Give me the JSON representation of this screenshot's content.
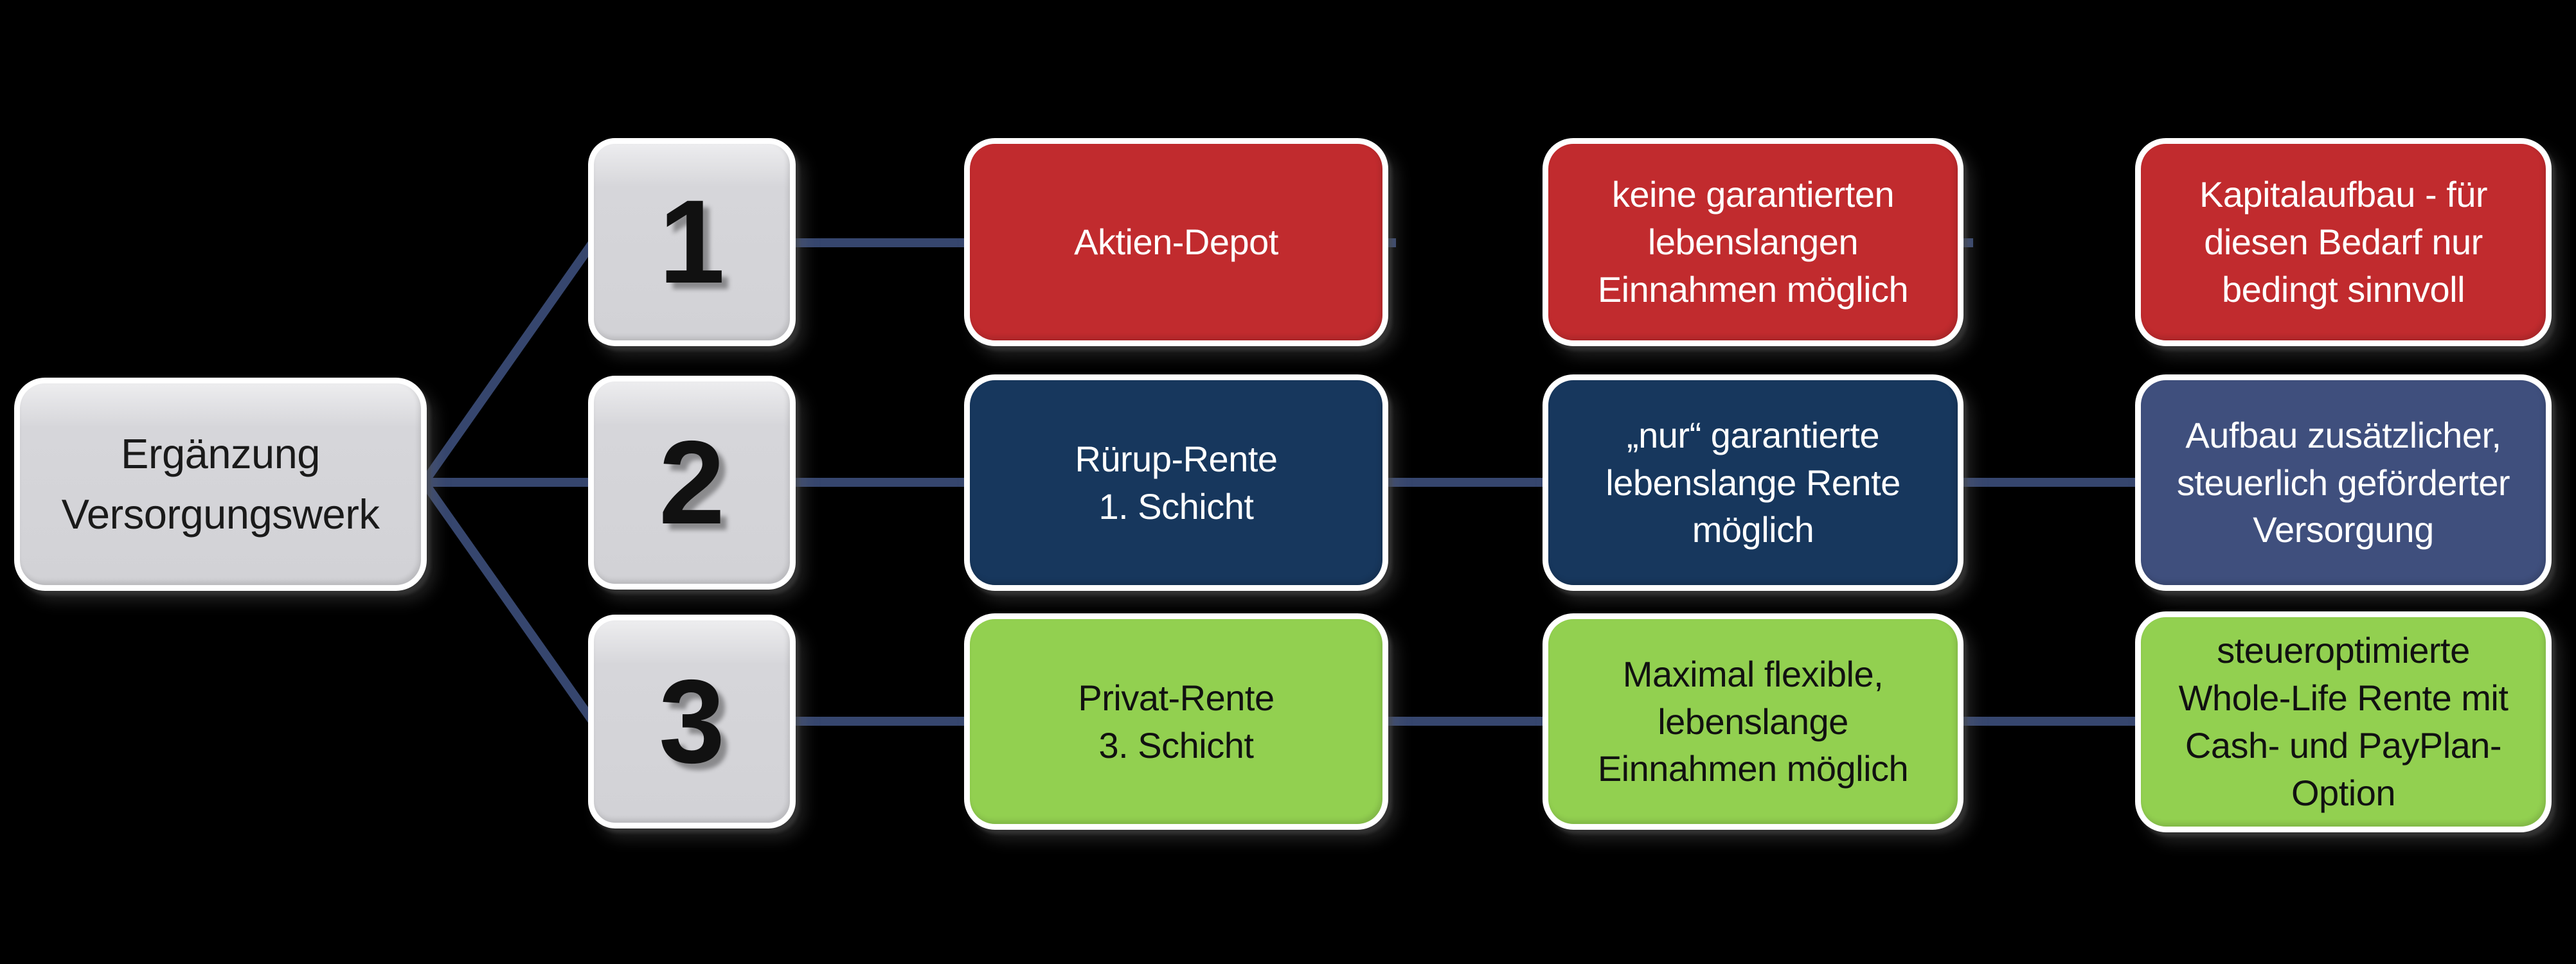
{
  "diagram": {
    "background": "#000000",
    "colors": {
      "connector": "#36466E",
      "red": "#C12B2E",
      "navy": "#17375D",
      "slate": "#3F4F7D",
      "green": "#92D050",
      "box_gray": "#D9D9DC",
      "box_border": "#FFFFFF"
    },
    "root": {
      "label": "Ergänzung\nVersorgungswerk",
      "bg": "#D9D9DC",
      "fg": "#1A1A1A"
    },
    "rows": [
      {
        "number": "1",
        "badge_bg": "#D9D9DC",
        "badge_fg": "#111111",
        "boxes": [
          {
            "label": "Aktien-Depot",
            "bg": "#C12B2E",
            "fg": "#FFFFFF"
          },
          {
            "label": "keine garantierten\nlebenslangen\nEinnahmen möglich",
            "bg": "#C12B2E",
            "fg": "#FFFFFF"
          },
          {
            "label": "Kapitalaufbau - für\ndiesen Bedarf nur\nbedingt sinnvoll",
            "bg": "#C12B2E",
            "fg": "#FFFFFF"
          }
        ]
      },
      {
        "number": "2",
        "badge_bg": "#D9D9DC",
        "badge_fg": "#111111",
        "boxes": [
          {
            "label": "Rürup-Rente\n1. Schicht",
            "bg": "#17375D",
            "fg": "#FFFFFF"
          },
          {
            "label": "„nur“ garantierte\nlebenslange Rente\nmöglich",
            "bg": "#17375D",
            "fg": "#FFFFFF"
          },
          {
            "label": "Aufbau zusätzlicher,\nsteuerlich geförderter\nVersorgung",
            "bg": "#3F4F7D",
            "fg": "#FFFFFF"
          }
        ]
      },
      {
        "number": "3",
        "badge_bg": "#D9D9DC",
        "badge_fg": "#111111",
        "boxes": [
          {
            "label": "Privat-Rente\n3. Schicht",
            "bg": "#92D050",
            "fg": "#111111"
          },
          {
            "label": "Maximal flexible,\nlebenslange\nEinnahmen möglich",
            "bg": "#92D050",
            "fg": "#111111"
          },
          {
            "label": "steueroptimierte\nWhole-Life Rente mit\nCash- und PayPlan-\nOption",
            "bg": "#92D050",
            "fg": "#111111"
          }
        ]
      }
    ]
  }
}
